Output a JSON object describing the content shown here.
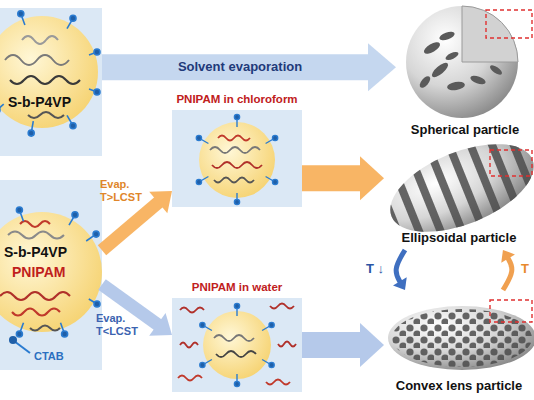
{
  "diagram": {
    "nodes": [
      {
        "text": [
          "S-b-P4VP"
        ]
      },
      {
        "text": [
          "Spherical particle"
        ]
      },
      {
        "text": [
          "S-b-P4VP",
          "PNIPAM"
        ]
      },
      {
        "text": [
          "PNIPAM in chloroform"
        ]
      },
      {
        "text": [
          "PNIPAM in water"
        ]
      },
      {
        "text": [
          "Ellipsoidal particle"
        ]
      },
      {
        "text": [
          "Convex lens particle"
        ]
      }
    ],
    "edges": [
      {
        "from": 0,
        "to": 1,
        "label": "Solvent evaporation",
        "arrow": "to"
      },
      {
        "from": 2,
        "to": 3,
        "label": "Evap. T>LCST",
        "arrow": "to"
      },
      {
        "from": 2,
        "to": 4,
        "label": "Evap. T<LCST",
        "arrow": "to"
      },
      {
        "from": 3,
        "to": 5,
        "arrow": "to"
      },
      {
        "from": 4,
        "to": 6,
        "arrow": "to"
      },
      {
        "from": 5,
        "to": 6,
        "label": "T ↓",
        "arrow": "to"
      },
      {
        "from": 6,
        "to": 5,
        "label": "T",
        "arrow": "to"
      }
    ],
    "labels": [
      "CTAB"
    ]
  }
}
